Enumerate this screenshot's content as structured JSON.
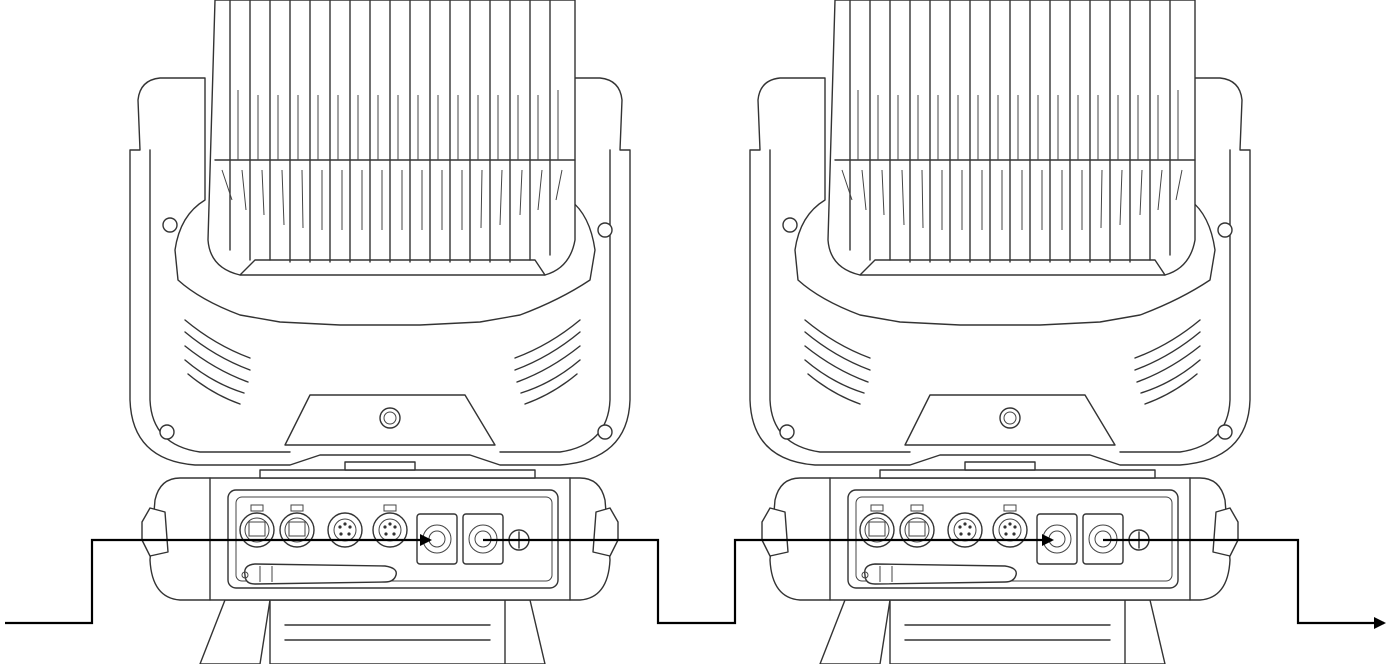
{
  "diagram": {
    "kind": "power-linking-diagram",
    "fixtures": [
      {
        "name": "moving-head-fixture-1"
      },
      {
        "name": "moving-head-fixture-2"
      }
    ],
    "connectors_per_panel": [
      "rj45-ethercon-in-icon",
      "rj45-ethercon-out-icon",
      "xlr-5pin-in-icon",
      "xlr-5pin-out-icon",
      "power-in-connector-icon",
      "power-out-connector-icon",
      "fuse-holder-icon",
      "wireless-antenna-icon"
    ],
    "colors": {
      "line": "#333333",
      "wire": "#000000",
      "background": "#ffffff"
    }
  }
}
